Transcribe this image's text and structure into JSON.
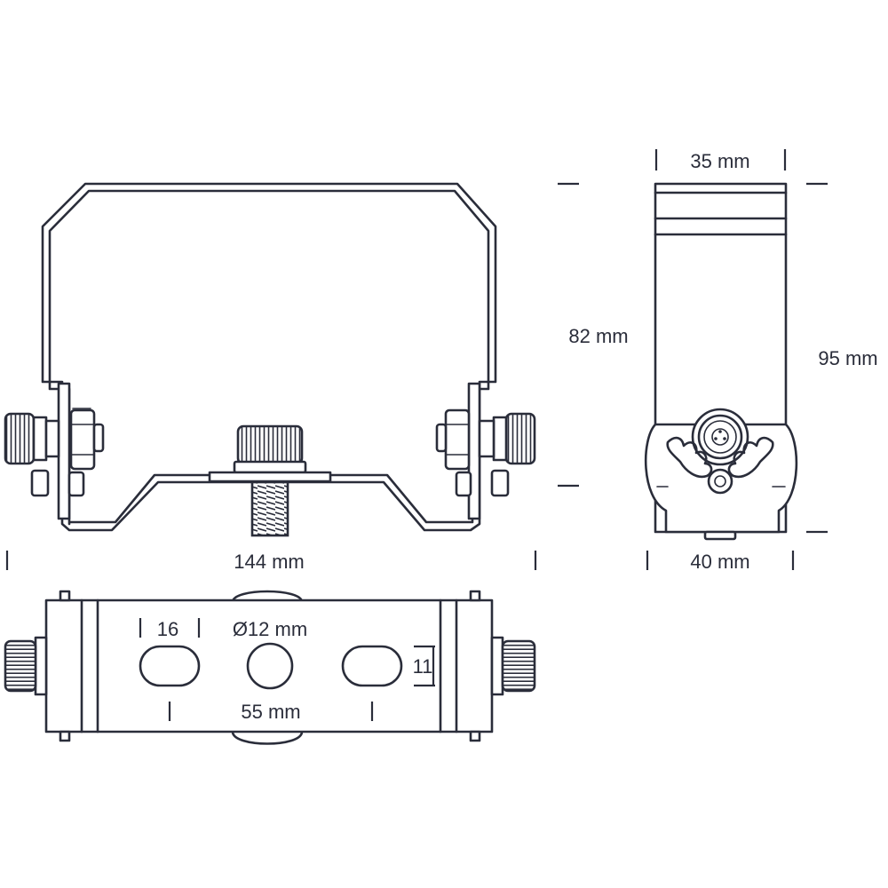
{
  "dimensions": {
    "width_front": "144 mm",
    "height_front": "82 mm",
    "depth_top": "35 mm",
    "height_side": "95 mm",
    "depth_bottom": "40 mm",
    "slot_length": "16",
    "hole_diameter": "Ø12 mm",
    "slot_height": "11",
    "slot_spacing": "55 mm"
  },
  "colors": {
    "line": "#2a2d3a",
    "background": "#ffffff"
  }
}
